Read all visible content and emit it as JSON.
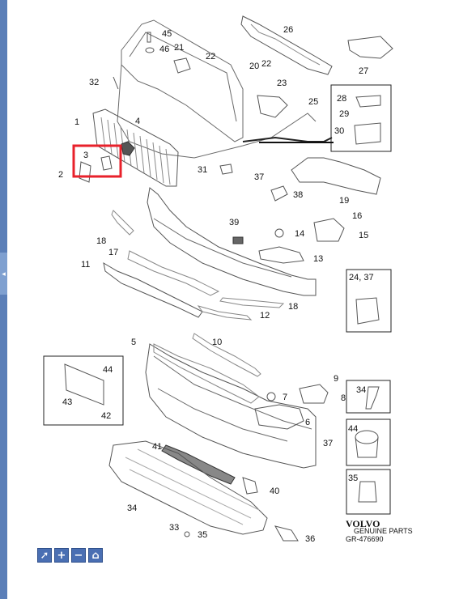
{
  "callouts": {
    "n1": "1",
    "n2": "2",
    "n3": "3",
    "n4": "4",
    "n5": "5",
    "n6": "6",
    "n7": "7",
    "n8": "8",
    "n9": "9",
    "n10": "10",
    "n11": "11",
    "n12": "12",
    "n13": "13",
    "n14": "14",
    "n15": "15",
    "n16": "16",
    "n17": "17",
    "n18": "18",
    "n19": "19",
    "n20": "20",
    "n21": "21",
    "n22": "22",
    "n23": "23",
    "n24_37": "24, 37",
    "n25": "25",
    "n26": "26",
    "n27": "27",
    "n28": "28",
    "n29": "29",
    "n30": "30",
    "n31": "31",
    "n32": "32",
    "n33": "33",
    "n34": "34",
    "n35": "35",
    "n36": "36",
    "n37": "37",
    "n38": "38",
    "n39": "39",
    "n40": "40",
    "n41": "41",
    "n42": "42",
    "n43": "43",
    "n44": "44",
    "n45": "45",
    "n46": "46"
  },
  "brand": {
    "name": "VOLVO",
    "sub": "GENUINE PARTS",
    "code": "GR-476690"
  },
  "highlight": {
    "part": "3",
    "color": "#e8212b"
  },
  "toolbar": {
    "cursor_icon": "cursor-icon",
    "zoom_in": "+",
    "zoom_out": "−",
    "home_icon": "home-icon"
  },
  "colors": {
    "sidebar": "#5b7fb8",
    "button": "#4a6fb3"
  }
}
